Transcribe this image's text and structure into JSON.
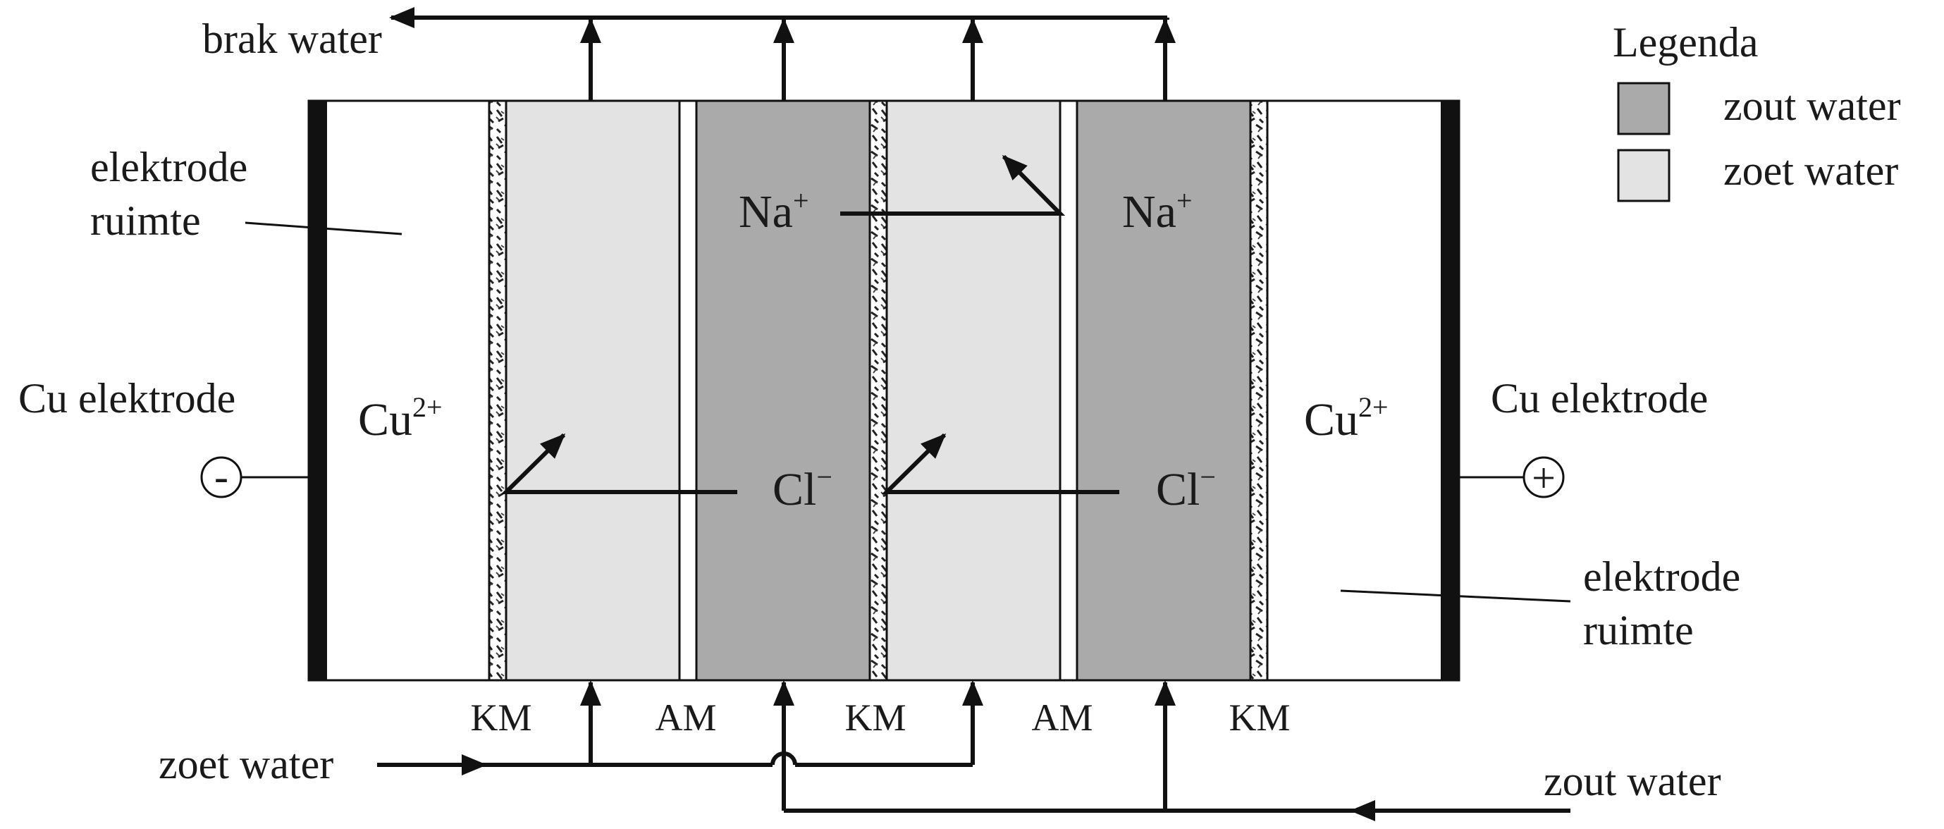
{
  "labels": {
    "brak_water": "brak water",
    "zoet_water_in": "zoet water",
    "zout_water_in": "zout water",
    "elektrode_ruimte_left_1": "elektrode",
    "elektrode_ruimte_left_2": "ruimte",
    "elektrode_ruimte_right_1": "elektrode",
    "elektrode_ruimte_right_2": "ruimte",
    "cu_elektrode_left": "Cu elektrode",
    "cu_elektrode_right": "Cu elektrode",
    "minus_sign": "-",
    "plus_sign": "+"
  },
  "ions": {
    "cu_left": {
      "base": "Cu",
      "charge": "2+"
    },
    "cu_right": {
      "base": "Cu",
      "charge": "2+"
    },
    "na_1": {
      "base": "Na",
      "charge": "+"
    },
    "na_2": {
      "base": "Na",
      "charge": "+"
    },
    "cl_1": {
      "base": "Cl",
      "charge": "−"
    },
    "cl_2": {
      "base": "Cl",
      "charge": "−"
    }
  },
  "membranes": [
    "KM",
    "AM",
    "KM",
    "AM",
    "KM"
  ],
  "legend": {
    "title": "Legenda",
    "items": [
      {
        "label": "zout water",
        "color": "#aaaaaa"
      },
      {
        "label": "zoet water",
        "color": "#e3e3e3"
      }
    ]
  },
  "colors": {
    "salt_water": "#aaaaaa",
    "fresh_water": "#e3e3e3",
    "electrode": "#111111",
    "stroke": "#111111"
  }
}
